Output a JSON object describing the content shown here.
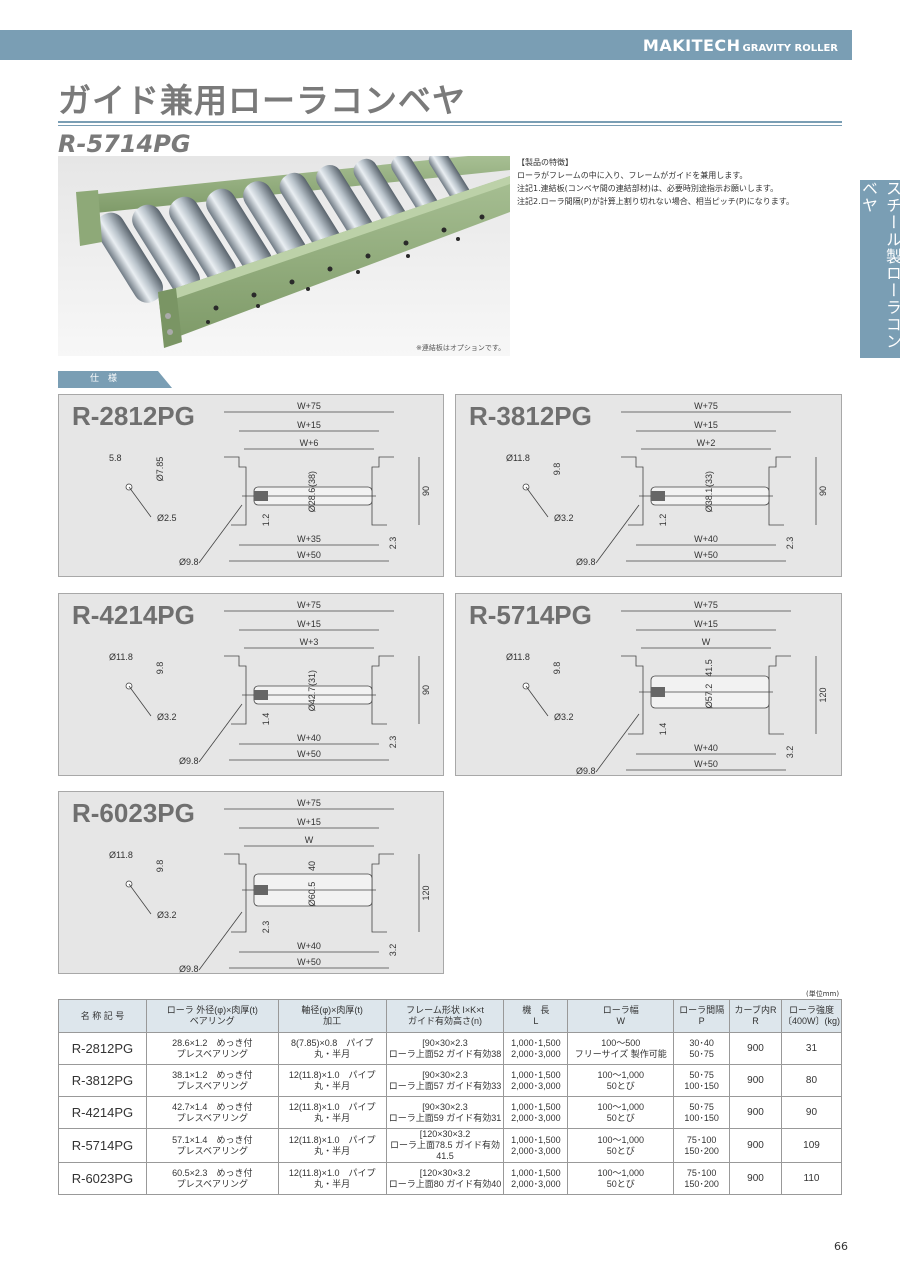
{
  "header": {
    "brand": "MAKITECH",
    "brand_sub": "GRAVITY ROLLER"
  },
  "title": "ガイド兼用ローラコンベヤ",
  "model": "R-5714PG",
  "features": {
    "heading": "【製品の特徴】",
    "line1": "ローラがフレームの中に入り、フレームがガイドを兼用します。",
    "note1": "注記1.連結板(コンベヤ間の連結部材)は、必要時別途指示お願いします。",
    "note2": "注記2.ローラ間隔(P)が計算上割り切れない場合、相当ピッチ(P)になります。"
  },
  "photo_note": "※連結板はオプションです。",
  "side_tab": "スチール製ローラコンベヤ",
  "spec_tag": "仕　様",
  "diagrams": [
    {
      "model": "R-2812PG",
      "top_w": "W+75",
      "mid_w": "W+15",
      "in_w": "W+6",
      "bot1": "W+35",
      "bot2": "W+50",
      "roller_d": "Ø28.6",
      "top_gap": "(38)",
      "height": "90",
      "base": "2.3",
      "web": "1.2",
      "shaft_w": "5.8",
      "shaft_d": "Ø7.85",
      "hole_small": "Ø2.5",
      "hole_big": "Ø9.8"
    },
    {
      "model": "R-3812PG",
      "top_w": "W+75",
      "mid_w": "W+15",
      "in_w": "W+2",
      "bot1": "W+40",
      "bot2": "W+50",
      "roller_d": "Ø38.1",
      "top_gap": "(33)",
      "height": "90",
      "base": "2.3",
      "web": "1.2",
      "shaft_w": "Ø11.8",
      "shaft_d": "9.8",
      "hole_small": "Ø3.2",
      "hole_big": "Ø9.8"
    },
    {
      "model": "R-4214PG",
      "top_w": "W+75",
      "mid_w": "W+15",
      "in_w": "W+3",
      "bot1": "W+40",
      "bot2": "W+50",
      "roller_d": "Ø42.7",
      "top_gap": "(31)",
      "height": "90",
      "base": "2.3",
      "web": "1.4",
      "shaft_w": "Ø11.8",
      "shaft_d": "9.8",
      "hole_small": "Ø3.2",
      "hole_big": "Ø9.8"
    },
    {
      "model": "R-5714PG",
      "top_w": "W+75",
      "mid_w": "W+15",
      "in_w": "W",
      "bot1": "W+40",
      "bot2": "W+50",
      "roller_d": "Ø57.2",
      "top_gap": "41.5",
      "height": "120",
      "base": "3.2",
      "web": "1.4",
      "shaft_w": "Ø11.8",
      "shaft_d": "9.8",
      "hole_small": "Ø3.2",
      "hole_big": "Ø9.8"
    },
    {
      "model": "R-6023PG",
      "top_w": "W+75",
      "mid_w": "W+15",
      "in_w": "W",
      "bot1": "W+40",
      "bot2": "W+50",
      "roller_d": "Ø60.5",
      "top_gap": "40",
      "height": "120",
      "base": "3.2",
      "web": "2.3",
      "shaft_w": "Ø11.8",
      "shaft_d": "9.8",
      "hole_small": "Ø3.2",
      "hole_big": "Ø9.8"
    }
  ],
  "unit_note": "(単位mm)",
  "table": {
    "headers": [
      [
        "名 称 記 号",
        ""
      ],
      [
        "ローラ 外径(φ)×肉厚(t)",
        "ベアリング"
      ],
      [
        "軸径(φ)×肉厚(t)",
        "加工"
      ],
      [
        "フレーム形状 I×K×t",
        "ガイド有効高さ(n)"
      ],
      [
        "機　長",
        "L"
      ],
      [
        "ローラ幅",
        "W"
      ],
      [
        "ローラ間隔",
        "P"
      ],
      [
        "カーブ内R",
        "R"
      ],
      [
        "ローラ強度",
        "〔400W〕(kg)"
      ]
    ],
    "rows": [
      [
        "R-2812PG",
        "28.6×1.2　めっき付",
        "プレスベアリング",
        "8(7.85)×0.8　パイプ",
        "丸・半月",
        "[90×30×2.3",
        "ローラ上面52 ガイド有効38",
        "1,000･1,500",
        "2,000･3,000",
        "100～500",
        "フリーサイズ 製作可能",
        "30･40",
        "50･75",
        "900",
        "31"
      ],
      [
        "R-3812PG",
        "38.1×1.2　めっき付",
        "プレスベアリング",
        "12(11.8)×1.0　パイプ",
        "丸・半月",
        "[90×30×2.3",
        "ローラ上面57 ガイド有効33",
        "1,000･1,500",
        "2,000･3,000",
        "100～1,000",
        "50とび",
        "50･75",
        "100･150",
        "900",
        "80"
      ],
      [
        "R-4214PG",
        "42.7×1.4　めっき付",
        "プレスベアリング",
        "12(11.8)×1.0　パイプ",
        "丸・半月",
        "[90×30×2.3",
        "ローラ上面59 ガイド有効31",
        "1,000･1,500",
        "2,000･3,000",
        "100～1,000",
        "50とび",
        "50･75",
        "100･150",
        "900",
        "90"
      ],
      [
        "R-5714PG",
        "57.1×1.4　めっき付",
        "プレスベアリング",
        "12(11.8)×1.0　パイプ",
        "丸・半月",
        "[120×30×3.2",
        "ローラ上面78.5 ガイド有効41.5",
        "1,000･1,500",
        "2,000･3,000",
        "100～1,000",
        "50とび",
        "75･100",
        "150･200",
        "900",
        "109"
      ],
      [
        "R-6023PG",
        "60.5×2.3　めっき付",
        "プレスベアリング",
        "12(11.8)×1.0　パイプ",
        "丸・半月",
        "[120×30×3.2",
        "ローラ上面80 ガイド有効40",
        "1,000･1,500",
        "2,000･3,000",
        "100～1,000",
        "50とび",
        "75･100",
        "150･200",
        "900",
        "110"
      ]
    ]
  },
  "page_number": "66"
}
